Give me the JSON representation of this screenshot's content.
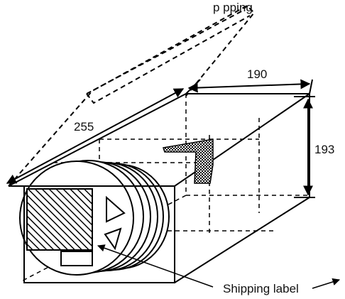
{
  "dimensions": {
    "length": "255",
    "width": "190",
    "height": "193"
  },
  "labels": {
    "top_cut": "p   pping",
    "shipping_label": "Shipping label"
  },
  "colors": {
    "ink": "#000000",
    "paper": "#ffffff"
  },
  "icons": {
    "hatch_panel": "diagonal-hatch",
    "tape_patch": "crosshatch"
  }
}
